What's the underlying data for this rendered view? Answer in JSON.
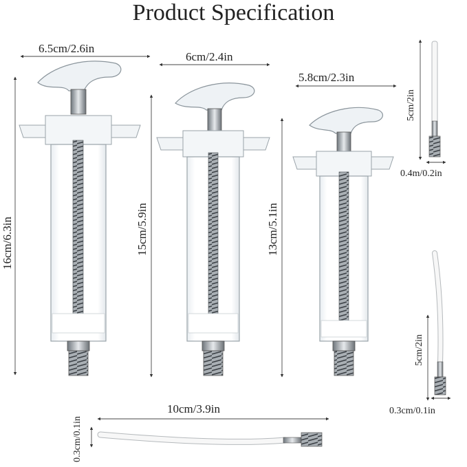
{
  "title": "Product Specification",
  "syringes": [
    {
      "width_label": "6.5cm/2.6in",
      "height_label": "16cm/6.3in"
    },
    {
      "width_label": "6cm/2.4in",
      "height_label": "15cm/5.9in"
    },
    {
      "width_label": "5.8cm/2.3in",
      "height_label": "13cm/5.1in"
    }
  ],
  "tubes": [
    {
      "length_label": "5cm/2in",
      "diameter_label": "0.4m/0.2in"
    },
    {
      "length_label": "5cm/2in",
      "diameter_label": "0.3cm/0.1in"
    },
    {
      "length_label": "10cm/3.9in",
      "diameter_label": "0.3cm/0.1in"
    }
  ]
}
